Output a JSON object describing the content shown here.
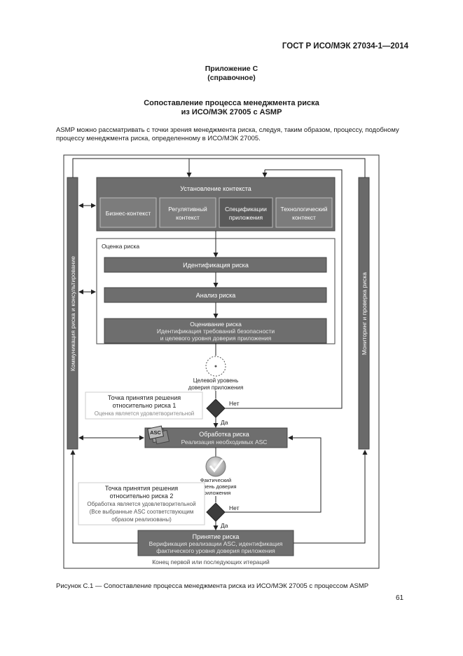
{
  "header": {
    "standard": "ГОСТ Р ИСО/МЭК 27034-1—2014"
  },
  "annex": {
    "title": "Приложение С",
    "type": "(справочное)"
  },
  "section": {
    "title_line1": "Сопоставление процесса менеджмента риска",
    "title_line2": "из ИСО/МЭК 27005 с ASMP"
  },
  "intro": {
    "text": "ASMP можно рассматривать с точки зрения менеджмента риска, следуя, таким образом, процессу, подобному процессу менеджмента риска, определенному в ИСО/МЭК 27005."
  },
  "diagram": {
    "left_bar": "Коммуникация риска и консультирование",
    "right_bar": "Мониторинг и проверка риска",
    "context": {
      "title": "Установление контекста",
      "items": [
        {
          "line1": "Бизнес-контекст",
          "line2": ""
        },
        {
          "line1": "Регулятивный",
          "line2": "контекст"
        },
        {
          "line1": "Спецификации",
          "line2": "приложения"
        },
        {
          "line1": "Технологический",
          "line2": "контекст"
        }
      ]
    },
    "assessment": {
      "title": "Оценка риска",
      "identification": "Идентификация риска",
      "analysis": "Анализ риска",
      "evaluation_title": "Оценивание риска",
      "evaluation_line2": "Идентификация требований безопасности",
      "evaluation_line3": "и целевого уровня доверия приложения"
    },
    "target_level": {
      "line1": "Целевой уровень",
      "line2": "доверия приложения"
    },
    "decision1": {
      "line1": "Точка принятия решения",
      "line2": "относительно риска 1",
      "line3": "Оценка является удовлетворительной"
    },
    "no1": "Нет",
    "yes1": "Да",
    "asc_badge": "ASC",
    "treatment": {
      "title": "Обработка риска",
      "subtitle": "Реализация необходимых ASC"
    },
    "actual_level": {
      "line1": "Фактический",
      "line2": "уровень доверия",
      "line3": "приложения"
    },
    "decision2": {
      "line1": "Точка принятия решения",
      "line2": "относительно риска 2",
      "line3": "Обработка является удовлетворительной",
      "line4": "(Все выбранные ASC соответствующим",
      "line5": "образом реализованы)"
    },
    "no2": "Нет",
    "yes2": "Да",
    "acceptance": {
      "title": "Принятие риска",
      "line2": "Верификация реализации ASC, идентификация",
      "line3": "фактического уровня доверия приложения"
    },
    "iteration_end": "Конец первой или последующих итераций"
  },
  "caption": "Рисунок С.1 — Сопоставление процесса менеджмента риска из ИСО/МЭК 27005 с процессом ASMP",
  "page_number": "61"
}
